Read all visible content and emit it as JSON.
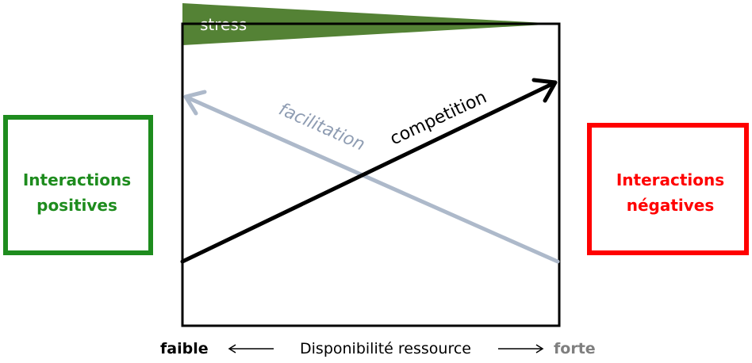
{
  "diagram": {
    "stress_label": "stress",
    "facilitation_label": "facilitation",
    "competition_label": "competition",
    "left_box": {
      "line1": "Interactions",
      "line2": "positives"
    },
    "right_box": {
      "line1": "Interactions",
      "line2": "négatives"
    },
    "axis": {
      "low": "faible",
      "title": "Disponibilité ressource",
      "high": "forte"
    }
  },
  "colors": {
    "stress_fill": "#548235",
    "facilitation": "#adb9ca",
    "competition": "#000000",
    "positive": "#1e8c1e",
    "negative": "#ff0000",
    "axis_high": "#7f7f7f"
  }
}
